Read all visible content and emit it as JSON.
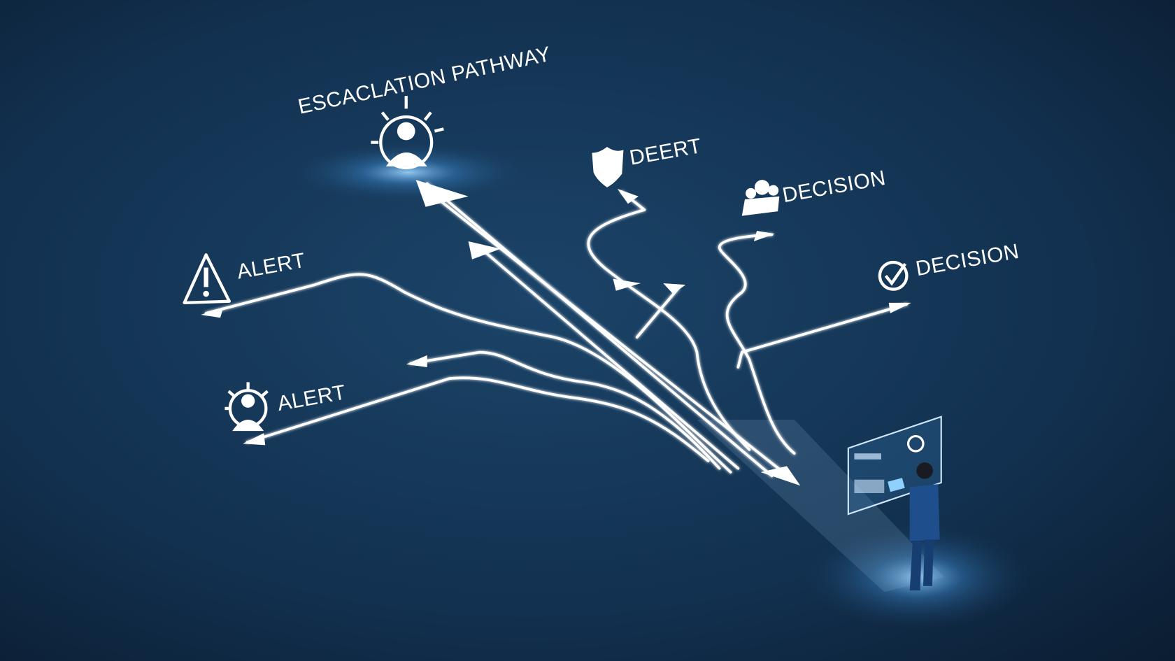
{
  "title": "ESCACLATION PATHWAY",
  "labels": {
    "alert_top": "ALERT",
    "alert_bottom": "ALERT",
    "deert": "DEERT",
    "decision_team": "DECISION",
    "decision_check": "DECISION"
  },
  "colors": {
    "background": "#0d2540",
    "accent_red": "#e0505a",
    "accent_blue": "#4fb4ff",
    "line": "#ffffff"
  }
}
